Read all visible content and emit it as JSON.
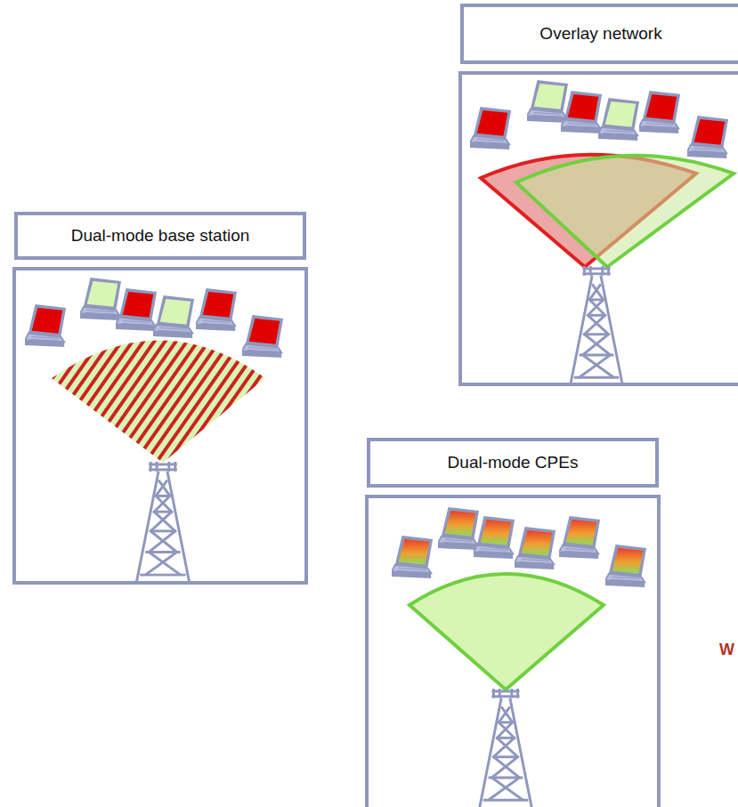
{
  "diagram": {
    "nodes": [
      {
        "text": [
          "Overlay network"
        ]
      },
      {
        "text": [
          "Dual-mode base station"
        ]
      },
      {
        "text": [
          "Dual-mode CPEs"
        ]
      }
    ],
    "labels": [
      "W"
    ]
  }
}
